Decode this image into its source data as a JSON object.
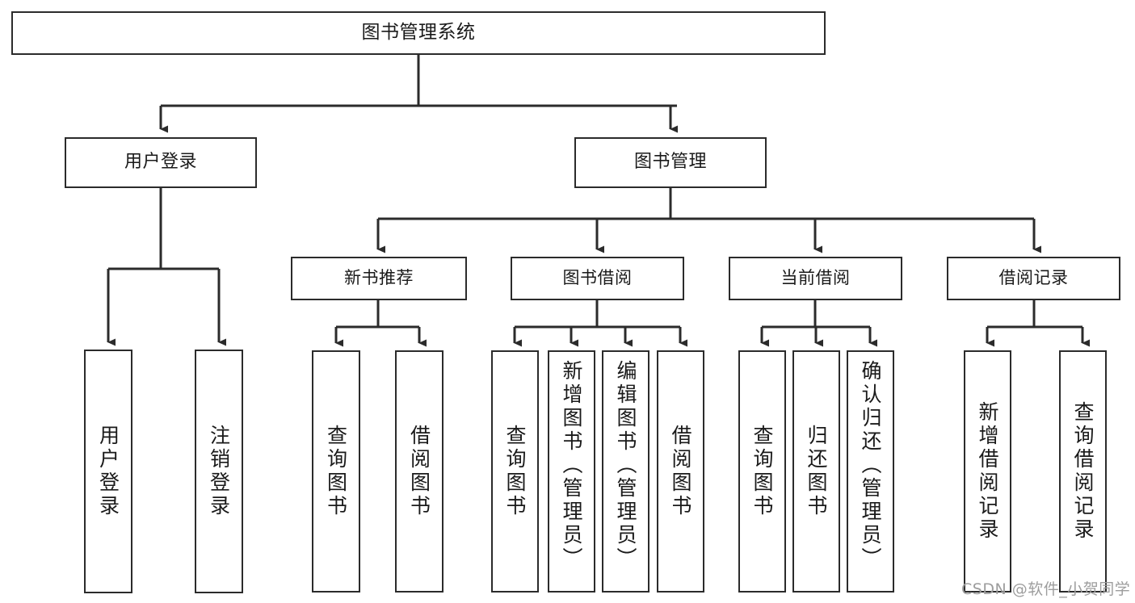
{
  "diagram": {
    "type": "tree-hierarchy",
    "title": "图书管理系统",
    "background_color": "#ffffff",
    "line_color": "#2b2b2b",
    "text_color": "#1a1a1a"
  },
  "root": {
    "label": "图书管理系统"
  },
  "level2": [
    {
      "label": "用户登录"
    },
    {
      "label": "图书管理"
    }
  ],
  "level3": [
    {
      "label": "新书推荐"
    },
    {
      "label": "图书借阅"
    },
    {
      "label": "当前借阅"
    },
    {
      "label": "借阅记录"
    }
  ],
  "leaves": {
    "user_login": [
      {
        "label": "用户登录"
      },
      {
        "label": "注销登录"
      }
    ],
    "new_book": [
      {
        "label": "查询图书"
      },
      {
        "label": "借阅图书"
      }
    ],
    "book_borrow": [
      {
        "label": "查询图书"
      },
      {
        "label": "新增图书（管理员）"
      },
      {
        "label": "编辑图书（管理员）"
      },
      {
        "label": "借阅图书"
      }
    ],
    "current_borrow": [
      {
        "label": "查询图书"
      },
      {
        "label": "归还图书"
      },
      {
        "label": "确认归还（管理员）"
      }
    ],
    "borrow_record": [
      {
        "label": "新增借阅记录"
      },
      {
        "label": "查询借阅记录"
      }
    ]
  },
  "watermark": {
    "text": "CSDN @软件_小贺同学"
  }
}
